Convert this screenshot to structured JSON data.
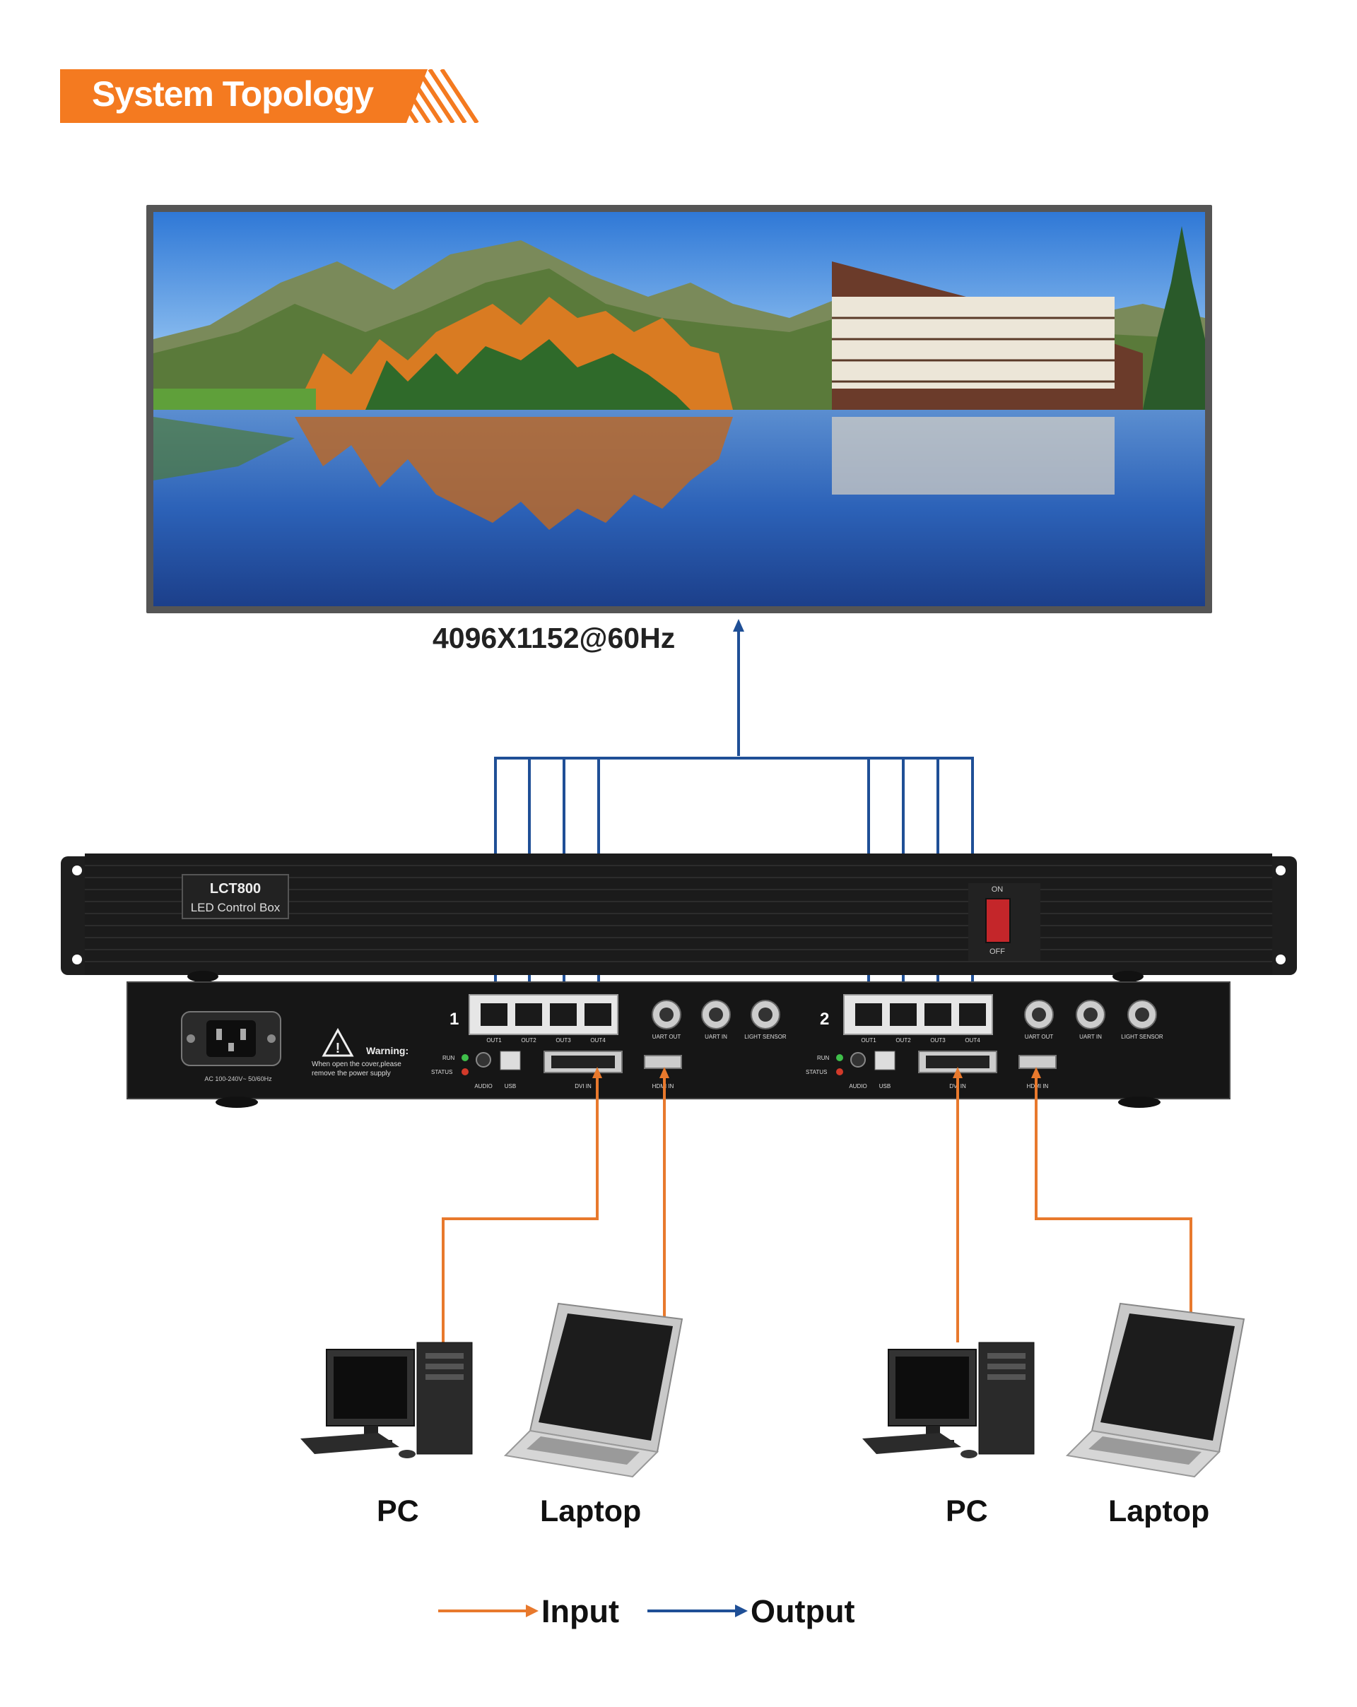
{
  "header": {
    "title": "System Topology",
    "accent_color": "#f47a20"
  },
  "display": {
    "resolution": "4096X1152@60Hz"
  },
  "device": {
    "model": "LCT800",
    "subtitle": "LED Control Box",
    "switch_on": "ON",
    "switch_off": "OFF",
    "power_label": "AC 100-240V~ 50/60Hz",
    "warning_title": "Warning:",
    "warning_line1": "When open the cover,please",
    "warning_line2": "remove the power supply",
    "units": [
      {
        "number": "1",
        "outputs": [
          "OUT1",
          "OUT2",
          "OUT3",
          "OUT4"
        ],
        "connectors": [
          "UART OUT",
          "UART IN",
          "LIGHT SENSOR"
        ],
        "indicators": [
          "RUN",
          "STATUS"
        ],
        "ports": [
          "AUDIO",
          "USB",
          "DVI IN",
          "HDMI IN"
        ]
      },
      {
        "number": "2",
        "outputs": [
          "OUT1",
          "OUT2",
          "OUT3",
          "OUT4"
        ],
        "connectors": [
          "UART OUT",
          "UART IN",
          "LIGHT SENSOR"
        ],
        "indicators": [
          "RUN",
          "STATUS"
        ],
        "ports": [
          "AUDIO",
          "USB",
          "DVI IN",
          "HDMI IN"
        ]
      }
    ]
  },
  "sources": [
    {
      "label": "PC"
    },
    {
      "label": "Laptop"
    },
    {
      "label": "PC"
    },
    {
      "label": "Laptop"
    }
  ],
  "legend": {
    "input_label": "Input",
    "input_color": "#e8792d",
    "output_label": "Output",
    "output_color": "#1f4f96"
  }
}
